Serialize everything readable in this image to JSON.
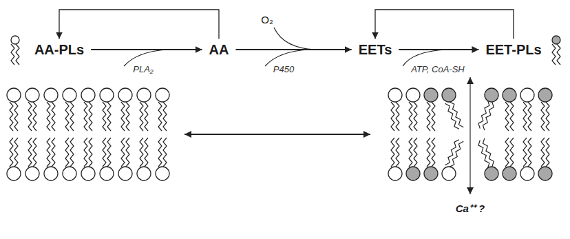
{
  "diagram": {
    "nodes": [
      {
        "text": [
          "AA-PLs"
        ]
      },
      {
        "text": [
          "AA"
        ]
      },
      {
        "text": [
          "EETs"
        ]
      },
      {
        "text": [
          "EET-PLs"
        ]
      }
    ],
    "edges": [
      {
        "from": 0,
        "to": 1,
        "arrow": "to",
        "label": "PLA₂"
      },
      {
        "from": 1,
        "to": 2,
        "arrow": "to",
        "label": "P450"
      },
      {
        "from": 2,
        "to": 3,
        "arrow": "to",
        "label": "ATP, CoA-SH"
      },
      {
        "from": 1,
        "to": 0,
        "arrow": "to"
      },
      {
        "from": 3,
        "to": 2,
        "arrow": "to"
      }
    ],
    "labels": [
      "O₂",
      "Ca⁺⁺ ?"
    ]
  }
}
